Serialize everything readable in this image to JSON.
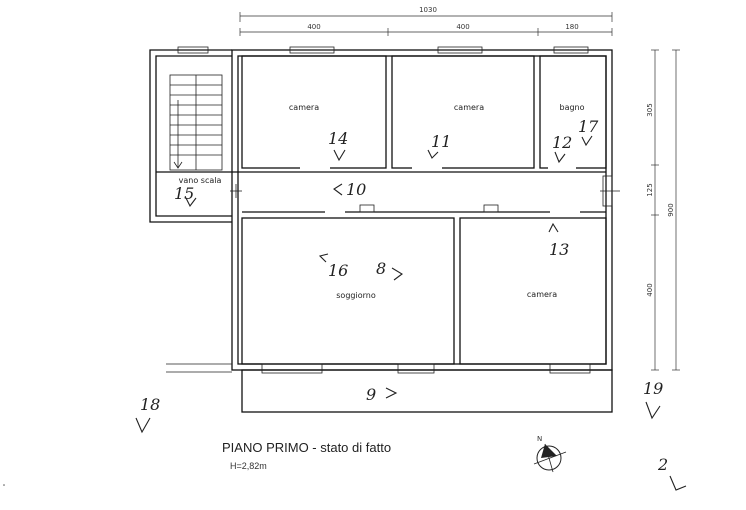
{
  "dimensions": {
    "total_width": "1030",
    "seg1": "400",
    "seg2": "400",
    "seg3": "180",
    "right1": "305",
    "right2": "125",
    "right3": "400",
    "total_height": "900"
  },
  "rooms": {
    "camera_1": "camera",
    "camera_2": "camera",
    "bagno": "bagno",
    "vano_scala": "vano scala",
    "soggiorno": "soggiorno",
    "camera_3": "camera"
  },
  "markers": {
    "m8": "8",
    "m9": "9",
    "m10": "10",
    "m11": "11",
    "m12": "12",
    "m13": "13",
    "m14": "14",
    "m15": "15",
    "m16": "16",
    "m17": "17",
    "m18": "18",
    "m19": "19",
    "m2": "2"
  },
  "title": {
    "main": "PIANO PRIMO - stato di fatto",
    "height": "H=2,82m"
  },
  "north_label": "N"
}
